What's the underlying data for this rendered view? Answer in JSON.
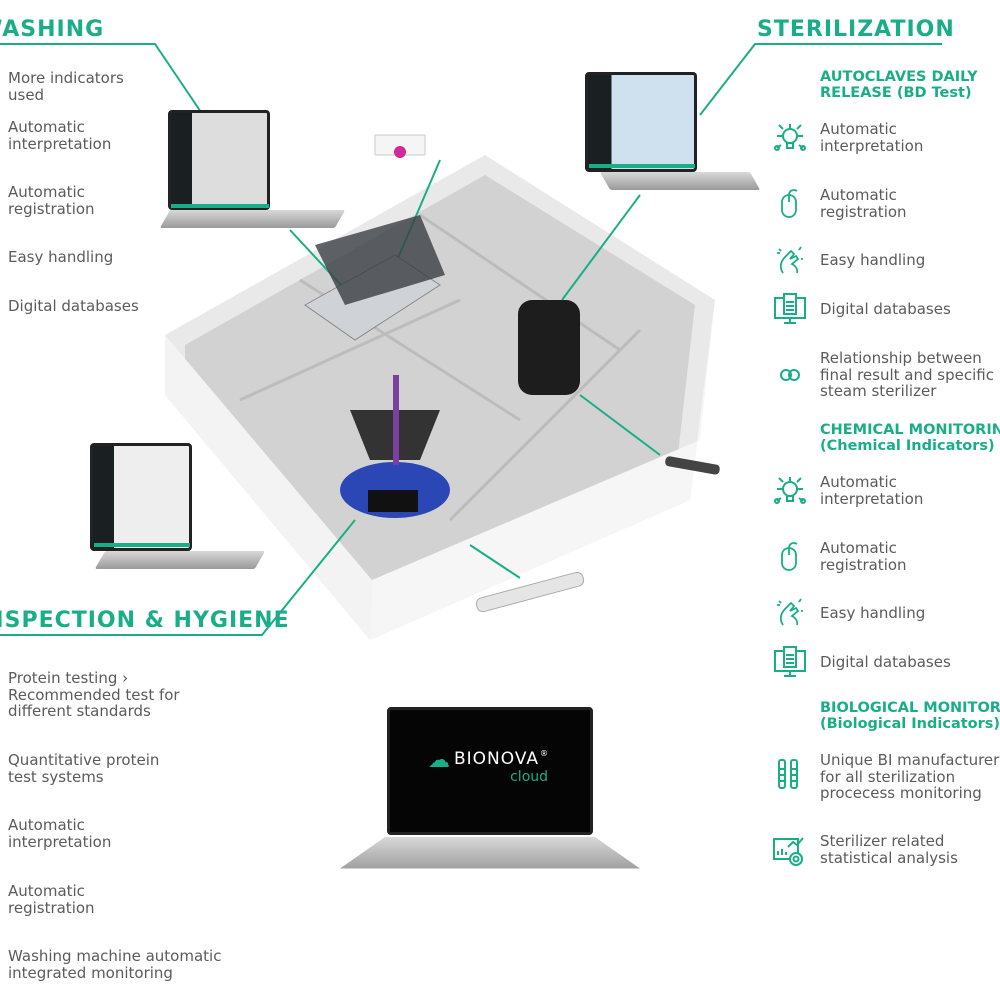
{
  "washing": {
    "title": "WASHING",
    "items": [
      "More indicators\nused",
      "Automatic\ninterpretation",
      "Automatic\nregistration",
      "Easy handling",
      "Digital databases"
    ]
  },
  "inspection": {
    "title": "INSPECTION & HYGIENE",
    "items": [
      "Protein testing ›\nRecommended test for\ndifferent standards",
      "Quantitative protein\ntest systems",
      "Automatic\ninterpretation",
      "Automatic\nregistration",
      "Washing machine automatic\nintegrated monitoring"
    ]
  },
  "sterilization": {
    "title": "STERILIZATION",
    "autoclaves": {
      "title": "AUTOCLAVES DAILY\nRELEASE (BD Test)",
      "items": [
        {
          "icon": "lightbulb-network-icon",
          "label": "Automatic\ninterpretation"
        },
        {
          "icon": "mouse-icon",
          "label": "Automatic\nregistration"
        },
        {
          "icon": "hand-sparkle-icon",
          "label": "Easy handling"
        },
        {
          "icon": "monitor-database-icon",
          "label": "Digital databases"
        },
        {
          "icon": "link-rings-icon",
          "label": "Relationship between\nfinal result and specific\nsteam sterilizer"
        }
      ]
    },
    "chemical": {
      "title": "CHEMICAL MONITORING\n(Chemical Indicators)",
      "items": [
        {
          "icon": "lightbulb-network-icon",
          "label": "Automatic\ninterpretation"
        },
        {
          "icon": "mouse-icon",
          "label": "Automatic\nregistration"
        },
        {
          "icon": "hand-sparkle-icon",
          "label": "Easy handling"
        },
        {
          "icon": "monitor-database-icon",
          "label": "Digital databases"
        }
      ]
    },
    "biological": {
      "title": "BIOLOGICAL MONITORING\n(Biological Indicators)",
      "items": [
        {
          "icon": "vials-icon",
          "label": "Unique BI manufacturer\nfor all sterilization\nprocecess monitoring"
        },
        {
          "icon": "statistics-icon",
          "label": "Sterilizer related\nstatistical analysis"
        }
      ]
    }
  },
  "center": {
    "brand": "BIONOVA",
    "brand_mark": "®",
    "brand_sub": "cloud"
  },
  "colors": {
    "accent": "#1aae88",
    "text": "#5b5b5b"
  }
}
